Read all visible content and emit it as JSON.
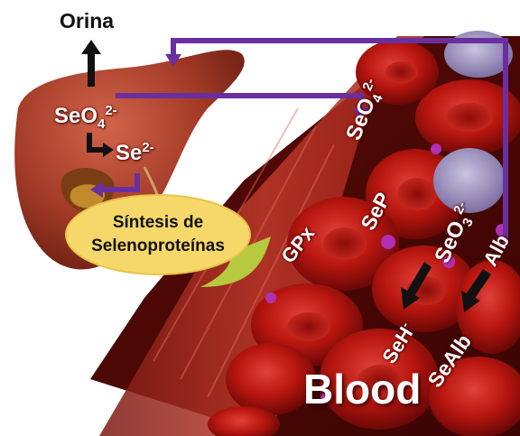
{
  "colors": {
    "accent_arrow": "#6a2f9f",
    "blood_red": "#b31a14",
    "liver": "#9a3a24",
    "bubble": "#f6d86a",
    "bubble_tail": "#b7c93e"
  },
  "labels": {
    "orina": "Orina",
    "liver_seo4": {
      "base": "SeO",
      "sub": "4",
      "sup": "2-"
    },
    "se2": {
      "base": "Se",
      "sup": "2-"
    },
    "blood_seo4": {
      "base": "SeO",
      "sub": "4",
      "sup": "2-"
    },
    "sep": "SeP",
    "seo3": {
      "base": "SeO",
      "sub": "3",
      "sup": "2-"
    },
    "alb": "Alb",
    "gpx": "GPx",
    "seh": {
      "base": "SeH",
      "sup": "-"
    },
    "sealb": "SeAlb",
    "synthesis_line1": "Síntesis de",
    "synthesis_line2": "Selenoproteínas",
    "blood": "Blood"
  },
  "icons": [
    "arrow-up-icon",
    "arrow-corner-icon",
    "purple-arrow-icon",
    "down-arrow-icon"
  ]
}
